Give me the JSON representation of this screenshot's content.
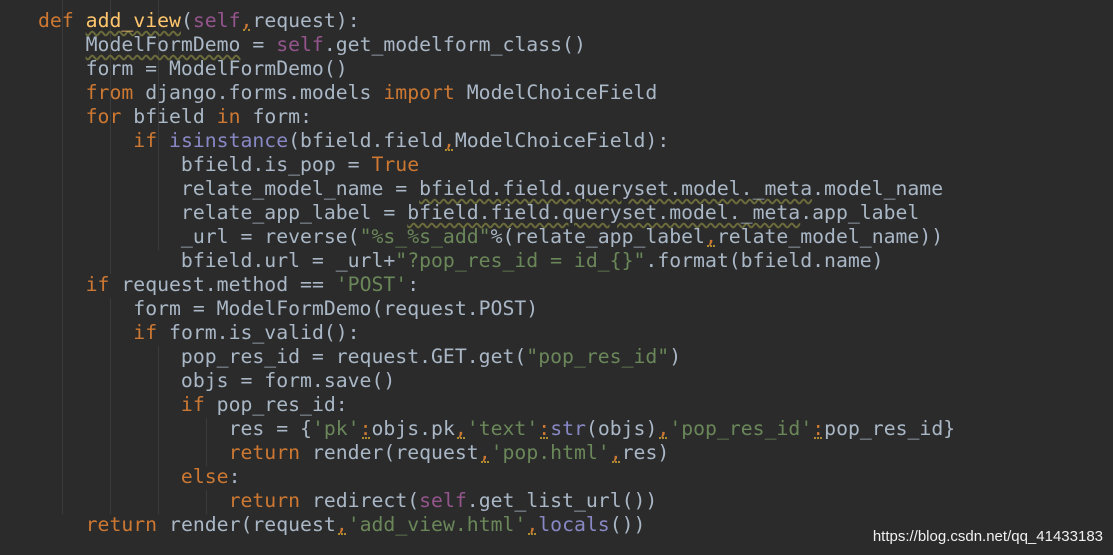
{
  "code": {
    "line1": {
      "kw": "def",
      "fn": "add_view",
      "p1": "(",
      "self": "self",
      "comma": ",",
      "rest": "request):"
    },
    "line2": {
      "a": "ModelFormDemo",
      "b": " = ",
      "self": "self",
      "c": ".get_modelform_class()"
    },
    "line3": {
      "a": "form = ModelFormDemo()"
    },
    "line4": {
      "kw1": "from",
      "mod": " django.forms.models ",
      "kw2": "import",
      "cls": " ModelChoiceField"
    },
    "line5": {
      "kw1": "for",
      "var": "bfield",
      "kw2": "in",
      "rest": "form:"
    },
    "line6": {
      "kw": "if",
      "bi": "isinstance",
      "a": "(bfield.field",
      "comma": ",",
      "b": "ModelChoiceField):"
    },
    "line7": {
      "a": "bfield.is_pop = ",
      "kw": "True"
    },
    "line8": {
      "a": "relate_model_name = ",
      "u": "bfield.field.queryset.model._meta",
      "b": ".model_name"
    },
    "line9": {
      "a": "relate_app_label = ",
      "u": "bfield.field.queryset.model._meta",
      "b": ".app_label"
    },
    "line10": {
      "a": "_url = reverse(",
      "str": "\"%s_%s_add\"",
      "b": "%(relate_app_label",
      "comma": ",",
      "c": "relate_model_name))"
    },
    "line11": {
      "a": "bfield.url = _url+",
      "str": "\"?pop_res_id = id_{}\"",
      "b": ".format(bfield.name)"
    },
    "line12": {
      "kw": "if",
      "a": "request.method == ",
      "str": "'POST'",
      "b": ":"
    },
    "line13": {
      "a": "form = ModelFormDemo(request.POST)"
    },
    "line14": {
      "kw": "if",
      "a": "form.is_valid():"
    },
    "line15": {
      "a": "pop_res_id = request.GET.get(",
      "str": "\"pop_res_id\"",
      "b": ")"
    },
    "line16": {
      "a": "objs = form.save()"
    },
    "line17": {
      "kw": "if",
      "a": "pop_res_id:"
    },
    "line18": {
      "a": "res = {",
      "s1": "'pk'",
      "c1": ":",
      "b": "objs.pk",
      "c2": ",",
      "s2": "'text'",
      "c3": ":",
      "bi": "str",
      "c": "(objs)",
      "c4": ",",
      "s3": "'pop_res_id'",
      "c5": ":",
      "d": "pop_res_id}"
    },
    "line19": {
      "kw": "return",
      "a": "render(request",
      "comma1": ",",
      "str": "'pop.html'",
      "comma2": ",",
      "b": "res)"
    },
    "line20": {
      "kw": "else",
      "a": ":"
    },
    "line21": {
      "kw": "return",
      "a": "redirect(",
      "self": "self",
      "b": ".get_list_url())"
    },
    "line22": {
      "kw": "return",
      "a": "render(request",
      "comma1": ",",
      "str": "'add_view.html'",
      "comma2": ",",
      "b": "locals",
      "c": "())"
    }
  },
  "watermark": "https://blog.csdn.net/qq_41433183",
  "colors": {
    "background": "#2b2b2b",
    "keyword": "#cc7832",
    "function": "#ffc66d",
    "self": "#94558d",
    "string": "#6a8759",
    "builtin": "#8888c6",
    "text": "#a9b7c6"
  }
}
